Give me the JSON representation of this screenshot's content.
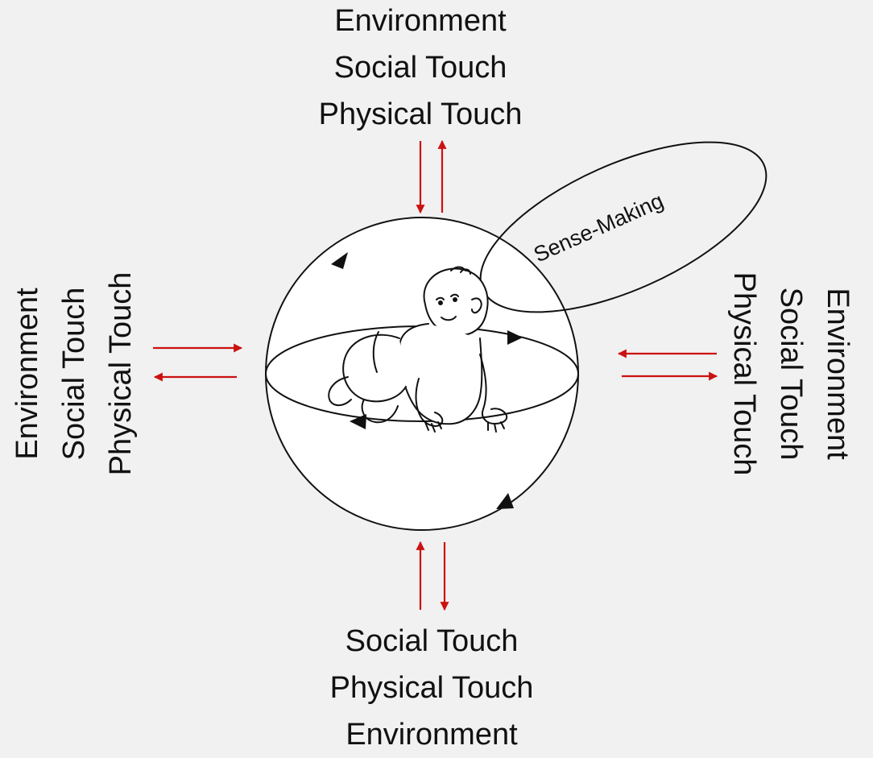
{
  "top_group": {
    "line1": "Environment",
    "line2": "Social Touch",
    "line3": "Physical Touch"
  },
  "bottom_group": {
    "line1": "Social Touch",
    "line2": "Physical Touch",
    "line3": "Environment"
  },
  "left_group": {
    "line1": "Environment",
    "line2": "Social Touch",
    "line3": "Physical Touch"
  },
  "right_group": {
    "line1": "Environment",
    "line2": "Social Touch",
    "line3": "Physical Touch"
  },
  "sense_making": {
    "label": "Sense-Making"
  },
  "colors": {
    "background": "#f1f1f1",
    "arrow": "#cc1111",
    "outline": "#111111",
    "sphere_fill": "#ffffff"
  },
  "icons": {
    "center": "crawling-baby-icon",
    "sphere": "sphere-icon"
  }
}
